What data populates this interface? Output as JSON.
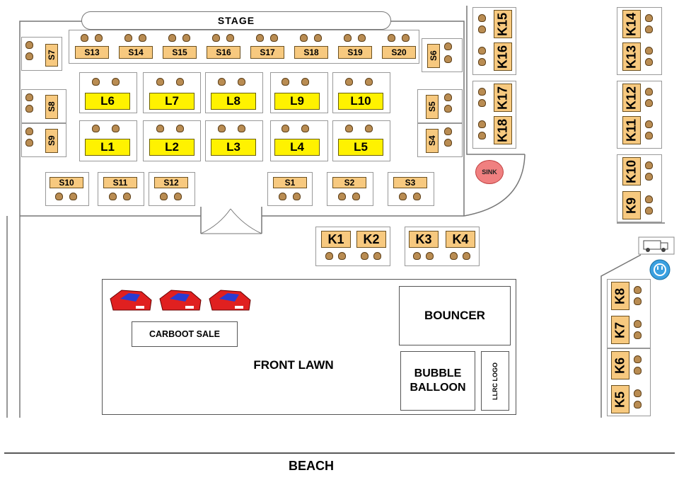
{
  "labels": {
    "stage": "STAGE",
    "sink": "SINK",
    "front_lawn": "FRONT LAWN",
    "carboot": "CARBOOT SALE",
    "bouncer": "BOUNCER",
    "bubble": "BUBBLE BALLOON",
    "logo": "LLRC LOGO",
    "beach": "BEACH"
  },
  "tables": {
    "s13": "S13",
    "s14": "S14",
    "s15": "S15",
    "s16": "S16",
    "s17": "S17",
    "s18": "S18",
    "s19": "S19",
    "s20": "S20",
    "s1": "S1",
    "s2": "S2",
    "s3": "S3",
    "s4": "S4",
    "s5": "S5",
    "s6": "S6",
    "s7": "S7",
    "s8": "S8",
    "s9": "S9",
    "s10": "S10",
    "s11": "S11",
    "s12": "S12",
    "l1": "L1",
    "l2": "L2",
    "l3": "L3",
    "l4": "L4",
    "l5": "L5",
    "l6": "L6",
    "l7": "L7",
    "l8": "L8",
    "l9": "L9",
    "l10": "L10",
    "k1": "K1",
    "k2": "K2",
    "k3": "K3",
    "k4": "K4",
    "k5": "K5",
    "k6": "K6",
    "k7": "K7",
    "k8": "K8",
    "k9": "K9",
    "k10": "K10",
    "k11": "K11",
    "k12": "K12",
    "k13": "K13",
    "k14": "K14",
    "k15": "K15",
    "k16": "K16",
    "k17": "K17",
    "k18": "K18"
  },
  "colors": {
    "small_table": "#f7c97f",
    "large_table": "#fff200",
    "chair": "#b98c52",
    "sink": "#f08080",
    "car": "#e02020",
    "car_roof": "#2a3bd1"
  },
  "icons": [
    "car-icon",
    "truck-icon",
    "power-plug-icon"
  ]
}
